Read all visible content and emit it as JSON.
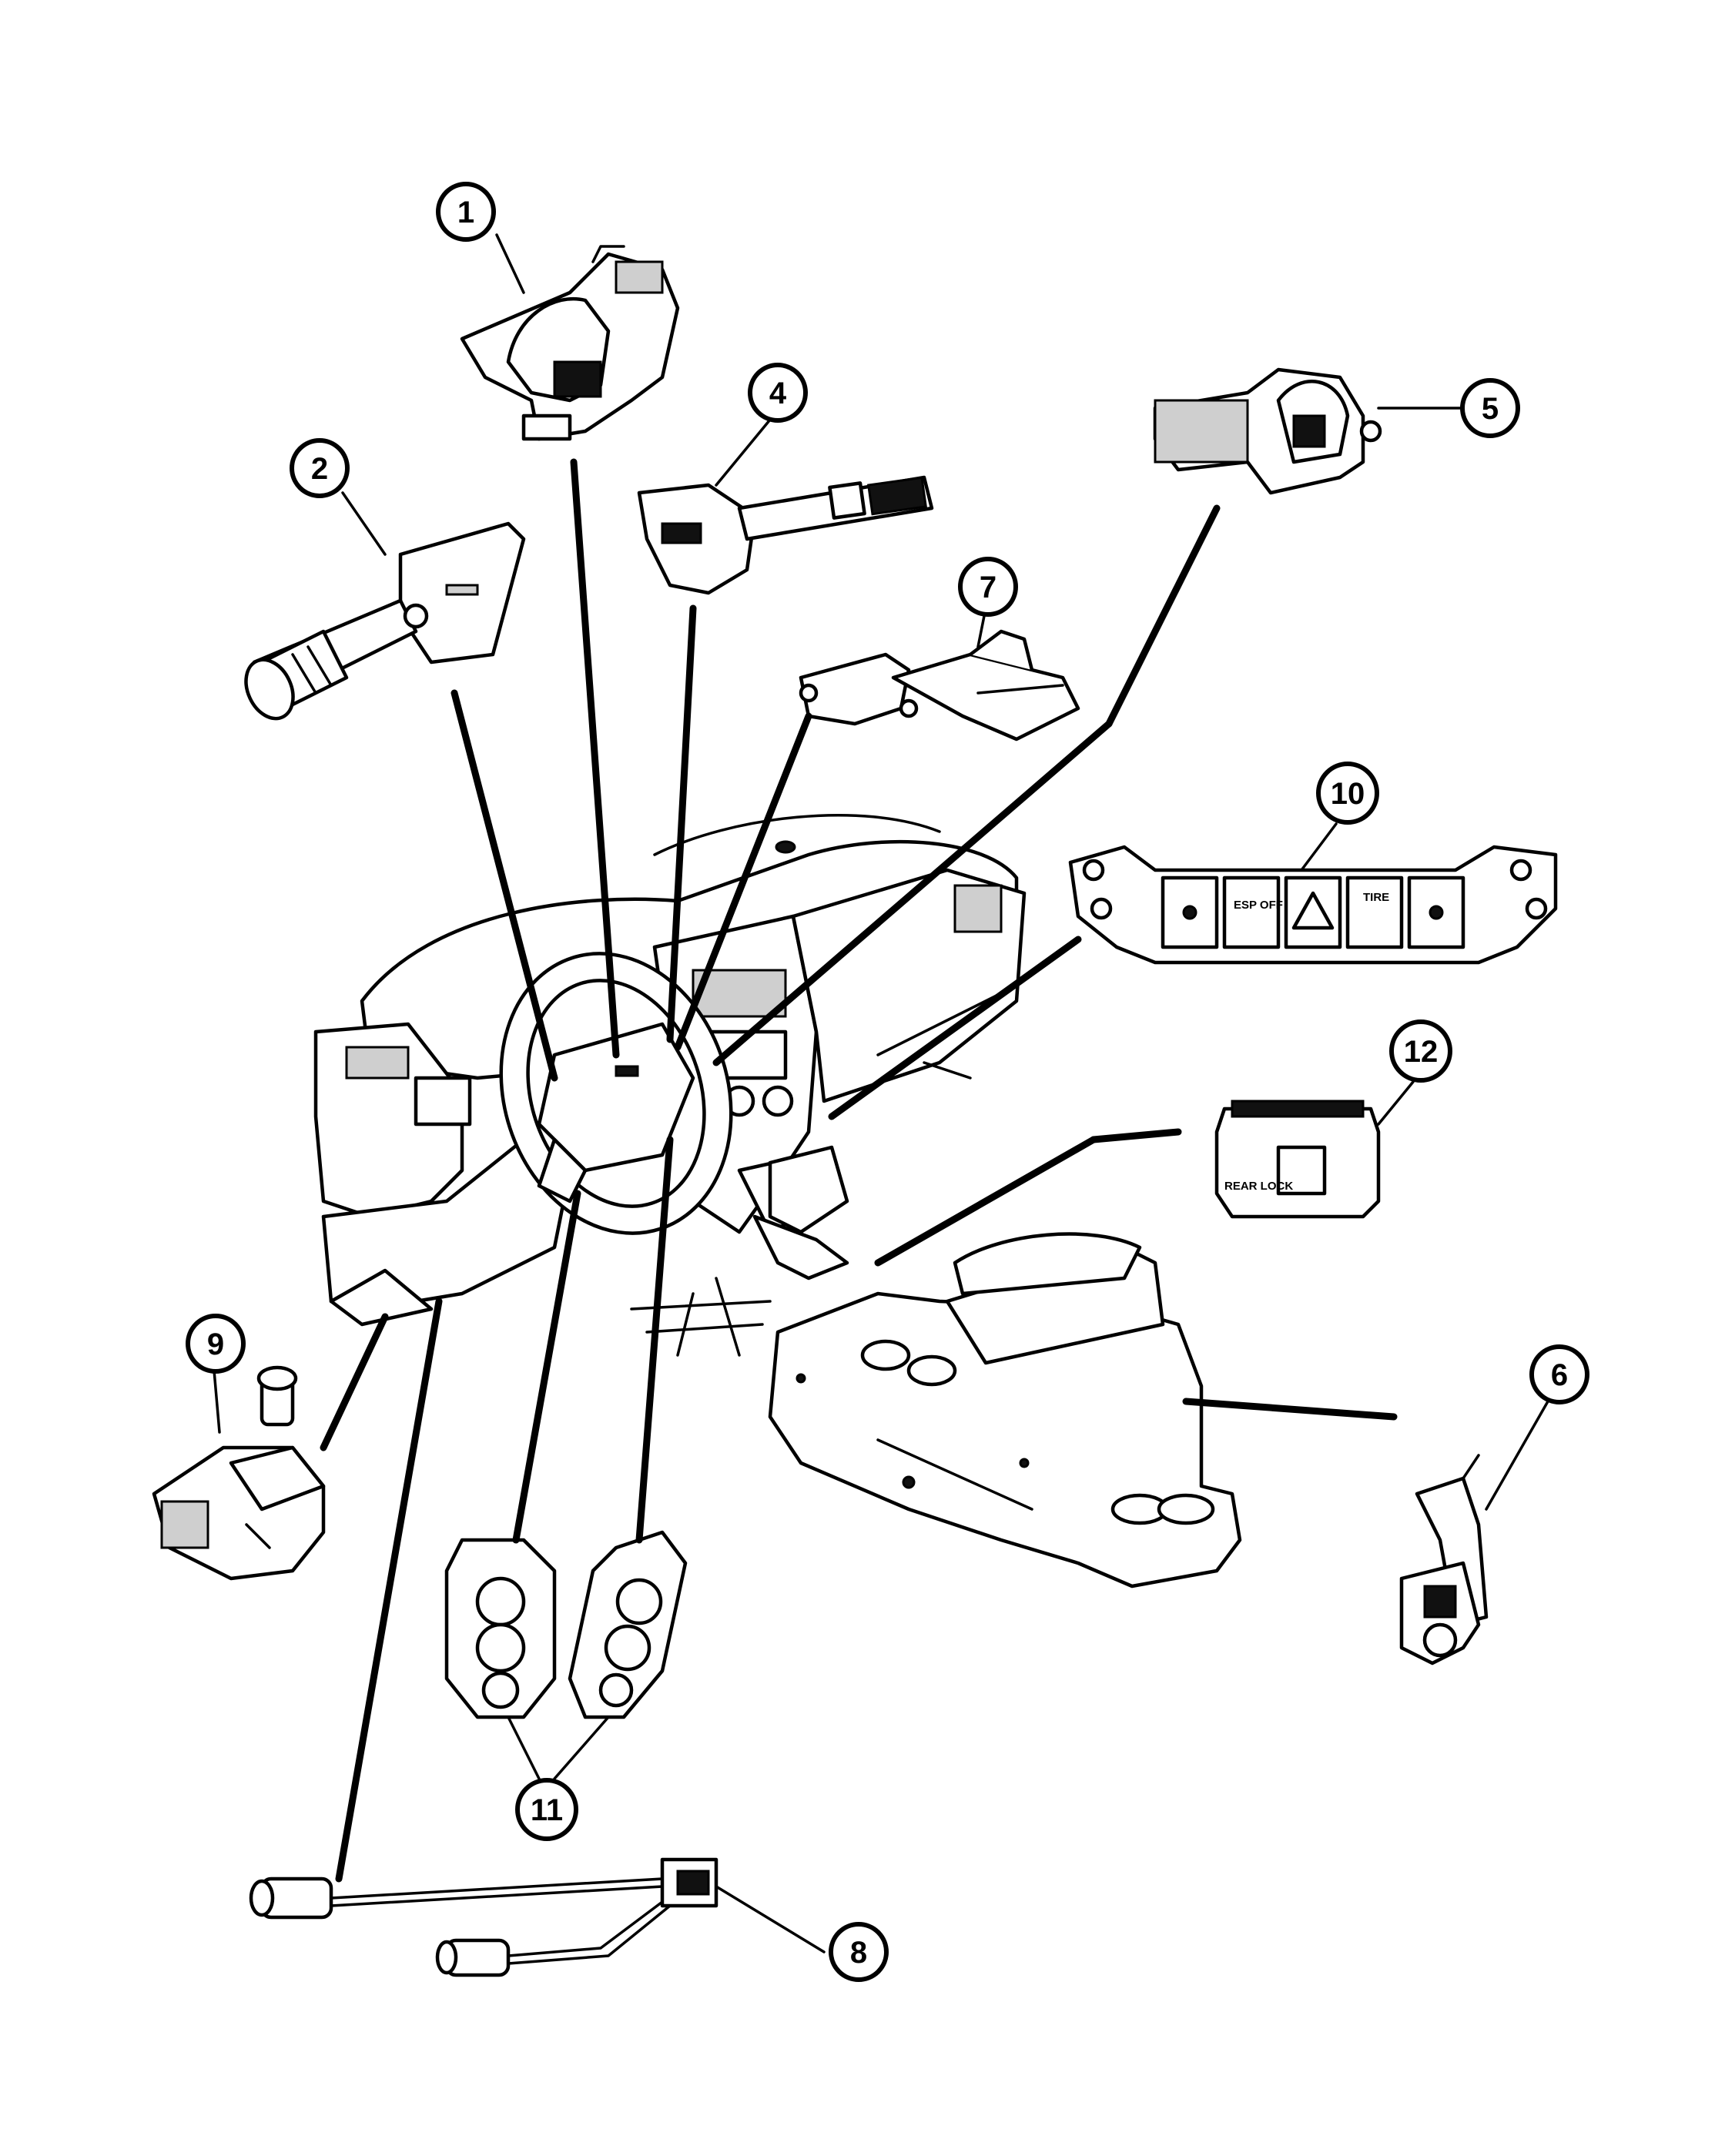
{
  "diagram": {
    "callouts": [
      {
        "id": "callout-1",
        "label": "1"
      },
      {
        "id": "callout-2",
        "label": "2"
      },
      {
        "id": "callout-4",
        "label": "4"
      },
      {
        "id": "callout-5",
        "label": "5"
      },
      {
        "id": "callout-6",
        "label": "6"
      },
      {
        "id": "callout-7",
        "label": "7"
      },
      {
        "id": "callout-8",
        "label": "8"
      },
      {
        "id": "callout-9",
        "label": "9"
      },
      {
        "id": "callout-10",
        "label": "10"
      },
      {
        "id": "callout-11",
        "label": "11"
      },
      {
        "id": "callout-12",
        "label": "12"
      }
    ],
    "switch_bank_labels": {
      "esp_off": "ESP OFF",
      "tire_label": "TIRE",
      "rear_lock": "REAR LOCK"
    }
  }
}
